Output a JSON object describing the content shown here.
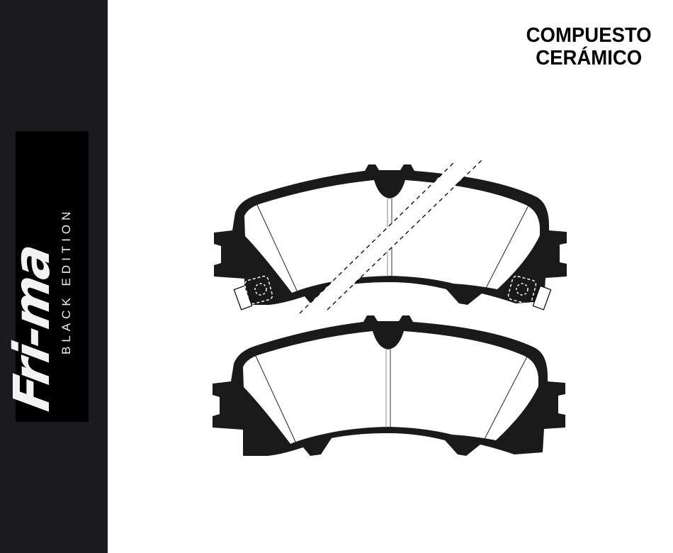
{
  "brand": {
    "name": "Fri-ma",
    "edition": "BLACK EDITION"
  },
  "title": {
    "line1": "COMPUESTO",
    "line2": "CERÁMICO"
  },
  "colors": {
    "sidebar": "#1b1a1e",
    "logo_bg": "#000000",
    "pad": "#1a1a1a"
  },
  "illustration": {
    "subject": "brake-pads",
    "count": 2
  }
}
